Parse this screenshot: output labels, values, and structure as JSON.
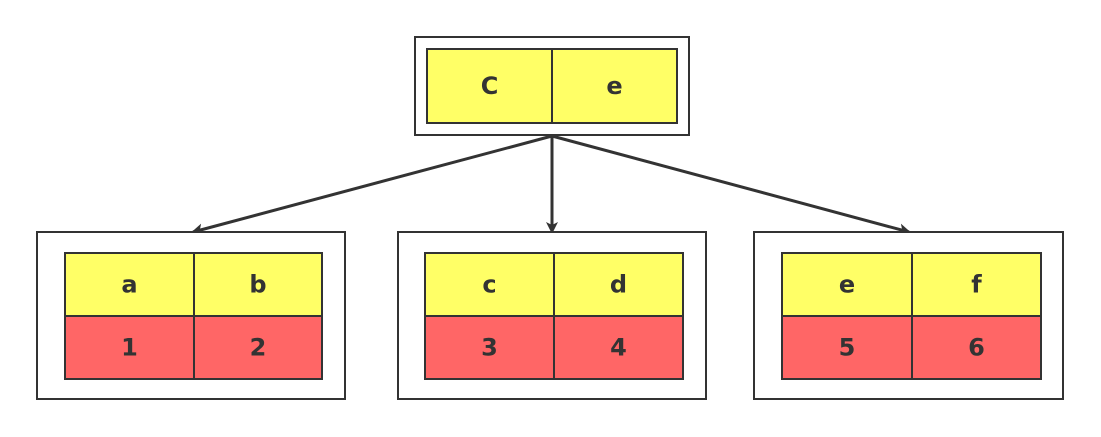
{
  "colors": {
    "key_fill": "#ffff66",
    "value_fill": "#ff6666",
    "stroke": "#333333",
    "background": "#ffffff"
  },
  "root": {
    "keys": [
      "C",
      "e"
    ]
  },
  "leaves": [
    {
      "keys": [
        "a",
        "b"
      ],
      "values": [
        "1",
        "2"
      ]
    },
    {
      "keys": [
        "c",
        "d"
      ],
      "values": [
        "3",
        "4"
      ]
    },
    {
      "keys": [
        "e",
        "f"
      ],
      "values": [
        "5",
        "6"
      ]
    }
  ]
}
